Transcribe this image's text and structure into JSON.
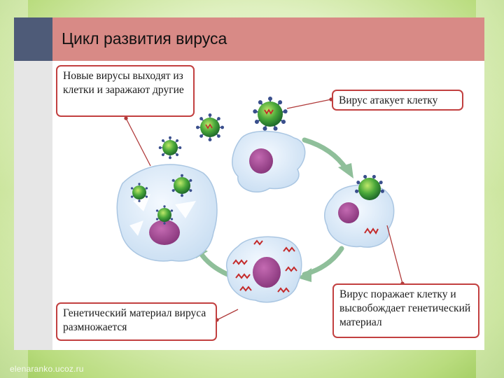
{
  "slide": {
    "title": "Цикл развития вируса",
    "footer": "elenaranko.ucoz.ru"
  },
  "callouts": {
    "new_viruses": "Новые вирусы выходят из клетки и заражают другие",
    "attack": "Вирус атакует клетку",
    "release": "Вирус поражает клетку и высвобождает генетический материал",
    "replicate": "Генетический материал вируса размножается"
  },
  "colors": {
    "title_bar": "#d88a86",
    "side_block": "#4e5b78",
    "callout_border": "#c24040",
    "cycle_arrow": "#8fbf9a",
    "virus_core": "#3f9a3a",
    "nucleus": "#a0488c",
    "rna": "#c42a2a"
  }
}
